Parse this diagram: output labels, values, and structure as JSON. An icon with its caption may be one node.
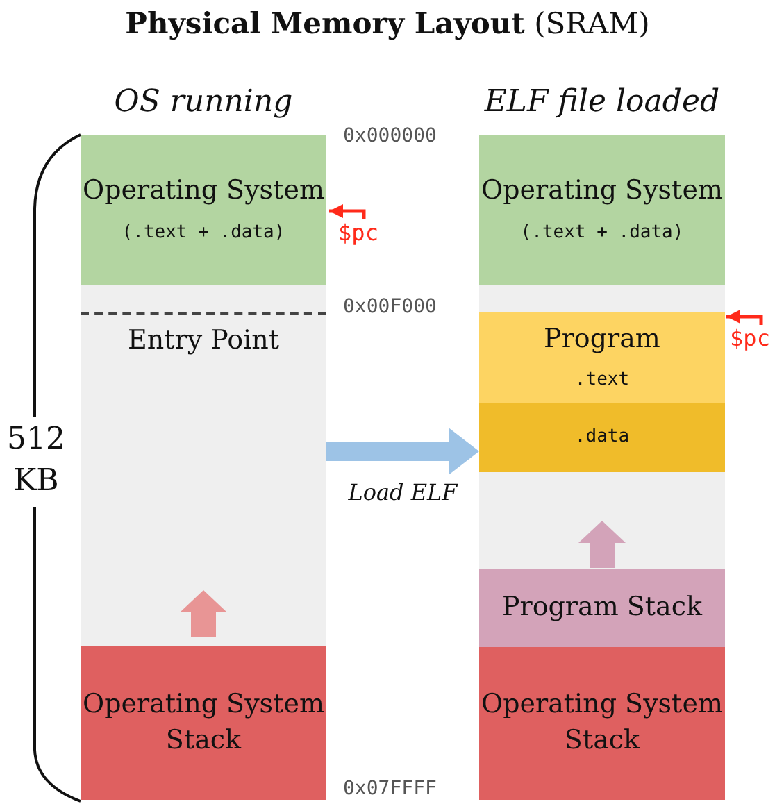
{
  "diagram": {
    "title": "**Physical Memory Layout** (SRAM)",
    "nodes": [
      {
        "text": [
          "OS running"
        ]
      },
      {
        "text": [
          "Operating System",
          "(.text + .data)"
        ],
        "in": 0
      },
      {
        "text": [
          "Entry Point"
        ],
        "in": 0
      },
      {
        "text": [
          "Operating System Stack"
        ],
        "in": 0
      },
      {
        "text": [
          "ELF file loaded"
        ]
      },
      {
        "text": [
          "Operating System",
          "(.text + .data)"
        ],
        "in": 4
      },
      {
        "text": [
          "Program",
          ".text"
        ],
        "in": 4
      },
      {
        "text": [
          ".data"
        ],
        "in": 4
      },
      {
        "text": [
          "Program Stack"
        ],
        "in": 4
      },
      {
        "text": [
          "Operating System Stack"
        ],
        "in": 4
      },
      {
        "text": [
          "$pc"
        ]
      },
      {
        "text": [
          "$pc"
        ]
      }
    ],
    "edges": [
      {
        "from": 0,
        "to": 4,
        "arrow": "to",
        "label": "Load ELF",
        "style": "thick",
        "color": "#9dc3e6"
      },
      {
        "from": 10,
        "to": 1,
        "arrow": "to",
        "color": "#ff2a1a"
      },
      {
        "from": 11,
        "to": 6,
        "arrow": "to",
        "color": "#ff2a1a"
      }
    ],
    "labels": [
      "0x000000",
      "0x00F000",
      "512 KB",
      "0x07FFFF"
    ]
  }
}
